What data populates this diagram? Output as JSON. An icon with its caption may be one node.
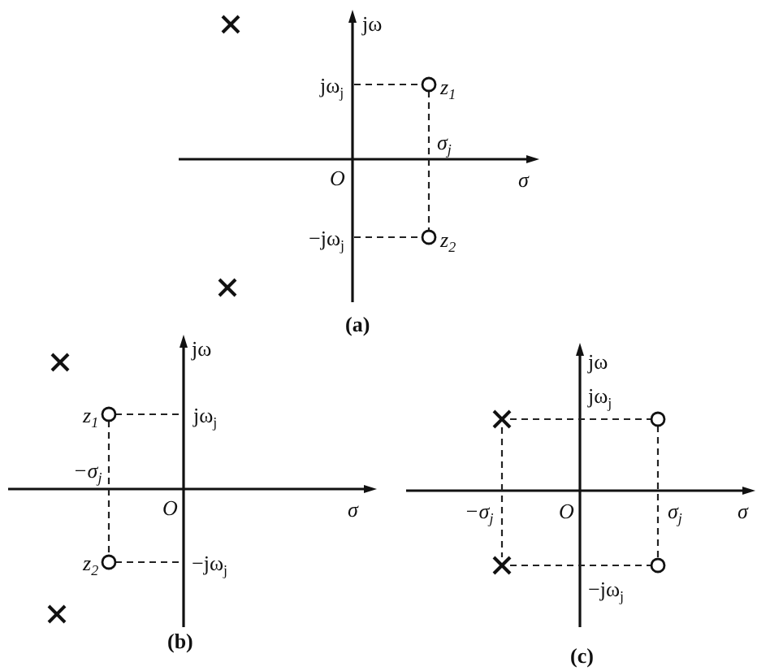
{
  "diagram": {
    "labels": [
      "jω",
      "jω$_{j}$",
      "z$_{1}$",
      "σ$_{j}$",
      "O",
      "σ",
      "−jω$_{j}$",
      "z$_{2}$",
      "(a)",
      "jω",
      "z$_{1}$",
      "jω$_{j}$",
      "−σ$_{j}$",
      "O",
      "σ",
      "z$_{2}$",
      "−jω$_{j}$",
      "(b)",
      "jω",
      "jω$_{j}$",
      "−σ$_{j}$",
      "O",
      "σ$_{j}$",
      "σ",
      "−jω$_{j}$",
      "(c)"
    ]
  }
}
